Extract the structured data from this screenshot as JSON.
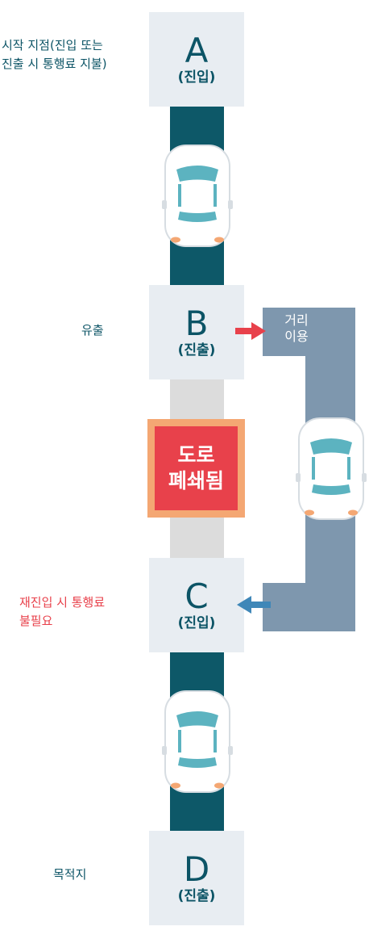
{
  "stations": {
    "a": {
      "letter": "A",
      "sub": "(진입)"
    },
    "b": {
      "letter": "B",
      "sub": "(진출)"
    },
    "c": {
      "letter": "C",
      "sub": "(진입)"
    },
    "d": {
      "letter": "D",
      "sub": "(진출)"
    }
  },
  "labels": {
    "start_line1": "시작 지점(진입 또는",
    "start_line2": "진출 시 통행료 지불)",
    "exit": "유출",
    "reentry_line1": "재진입 시 통행료",
    "reentry_line2": "불필요",
    "destination": "목적지"
  },
  "closure": {
    "line1": "도로",
    "line2": "폐쇄됨"
  },
  "detour": {
    "line1": "거리",
    "line2": "이용"
  },
  "colors": {
    "road": "#0d5868",
    "closed_road": "#dcdcdc",
    "detour_road": "#7e97ae",
    "station_bg": "#e8edf2",
    "text_teal": "#0c5466",
    "closure_red": "#e8414b",
    "closure_border": "#f4a773",
    "arrow_red": "#e8414b",
    "arrow_blue": "#3f87b8",
    "car_glass": "#5cb3c0",
    "car_light": "#f4a773"
  },
  "icons": {
    "car": "car-icon",
    "exit_arrow": "arrow-right-icon",
    "reentry_arrow": "arrow-left-icon"
  }
}
